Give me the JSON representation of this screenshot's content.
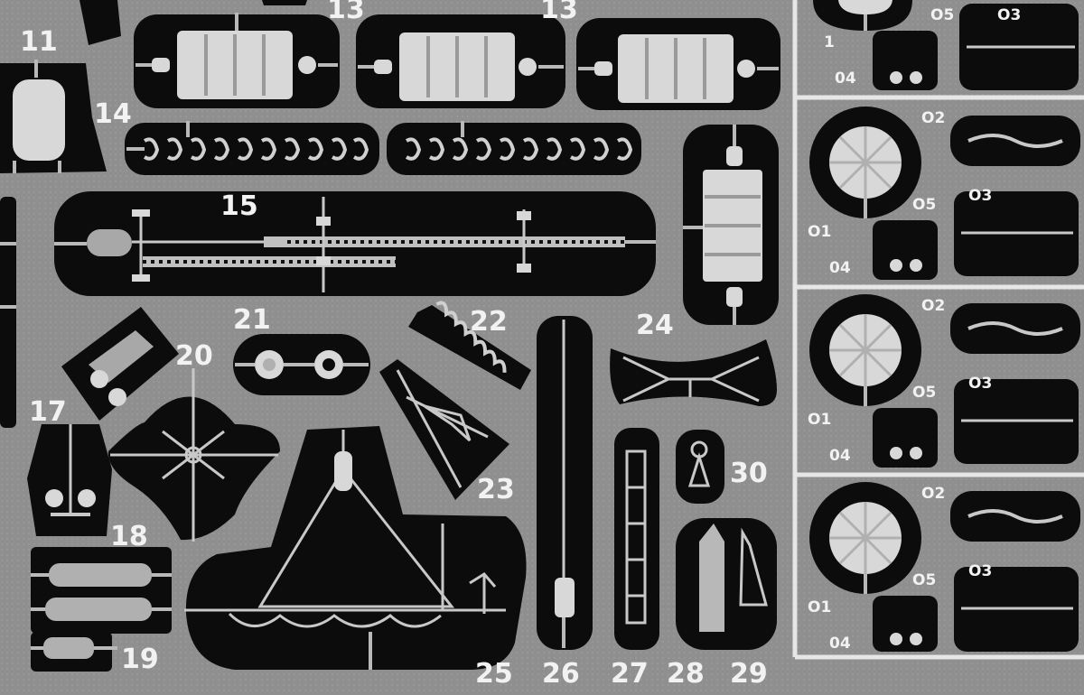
{
  "image": {
    "subject": "photo-etched-fret",
    "colors": {
      "background": "#8f8f8f",
      "cutout": "#0c0c0c",
      "metal": "#d8d8d8",
      "label": "#f2f2f2",
      "frame": "#e6e6e6"
    }
  },
  "labels": {
    "p11": "11",
    "p13a": "13",
    "p13b": "13",
    "p14": "14",
    "p15": "15",
    "p17": "17",
    "p18": "18",
    "p19": "19",
    "p20": "20",
    "p21": "21",
    "p22": "22",
    "p23": "23",
    "p24": "24",
    "p25": "25",
    "p26": "26",
    "p27": "27",
    "p28": "28",
    "p29": "29",
    "p30": "30"
  },
  "panels": [
    {
      "o1": "1",
      "o2": "",
      "o3": "O3",
      "o4": "04",
      "o5": "O5"
    },
    {
      "o1": "O1",
      "o2": "O2",
      "o3": "O3",
      "o4": "04",
      "o5": "O5"
    },
    {
      "o1": "O1",
      "o2": "O2",
      "o3": "O3",
      "o4": "04",
      "o5": "O5"
    },
    {
      "o1": "O1",
      "o2": "O2",
      "o3": "O3",
      "o4": "04",
      "o5": "O5"
    }
  ]
}
